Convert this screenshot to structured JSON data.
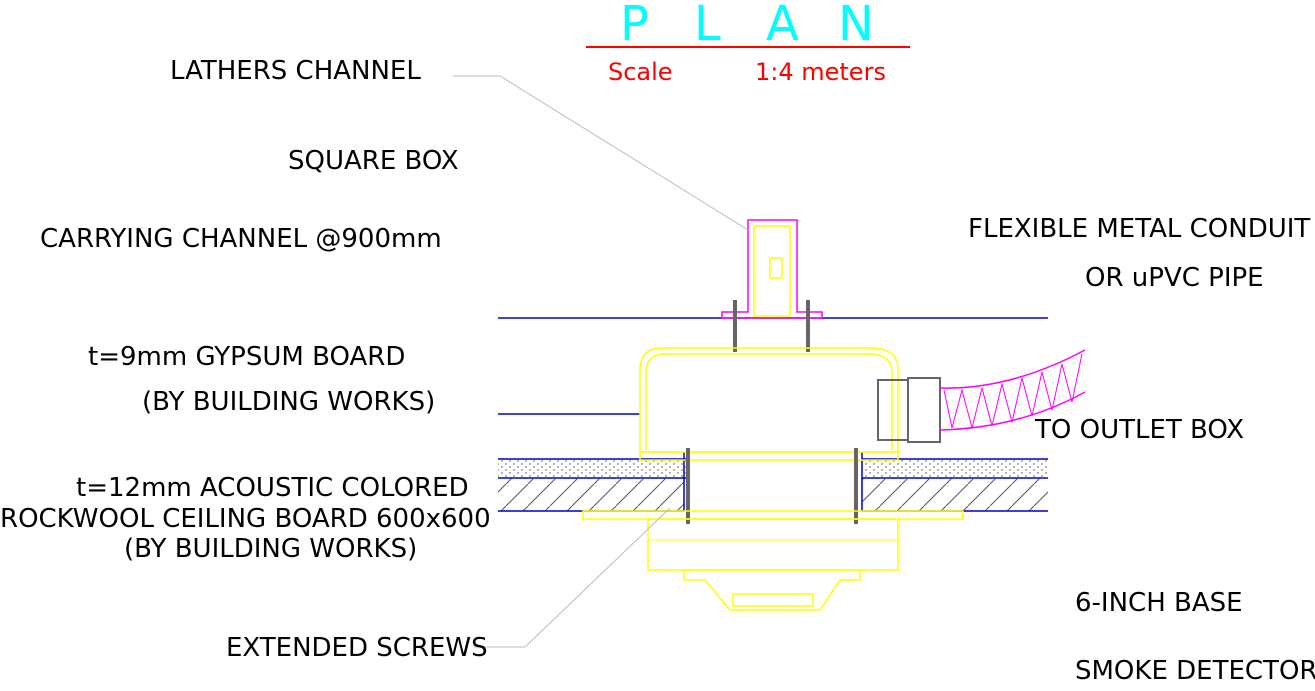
{
  "title": {
    "letters": [
      "P",
      "L",
      "A",
      "N"
    ],
    "scale_label": "Scale",
    "scale_value": "1:4 meters"
  },
  "labels": {
    "lathers_channel": "LATHERS CHANNEL",
    "square_box": "SQUARE BOX",
    "carrying_channel": "CARRYING CHANNEL @900mm",
    "conduit_line1": "FLEXIBLE METAL CONDUIT",
    "conduit_line2": "OR uPVC PIPE",
    "gypsum_line1": "t=9mm GYPSUM BOARD",
    "gypsum_line2": "(BY BUILDING WORKS)",
    "outlet_box": "TO OUTLET BOX",
    "rockwool_line1": "t=12mm ACOUSTIC COLORED",
    "rockwool_line2": "ROCKWOOL CEILING BOARD 600x600",
    "rockwool_line3": "(BY BUILDING WORKS)",
    "extended_screws": "EXTENDED SCREWS",
    "base": "6-INCH BASE",
    "smoke_detector": "SMOKE DETECTOR"
  },
  "colors": {
    "title": "#00ffff",
    "scale": "#ff0000",
    "channel": "#ff00ff",
    "box": "#ffff00",
    "board": "#0000cc",
    "leader": "#bbbbbb",
    "screw": "#666666"
  }
}
